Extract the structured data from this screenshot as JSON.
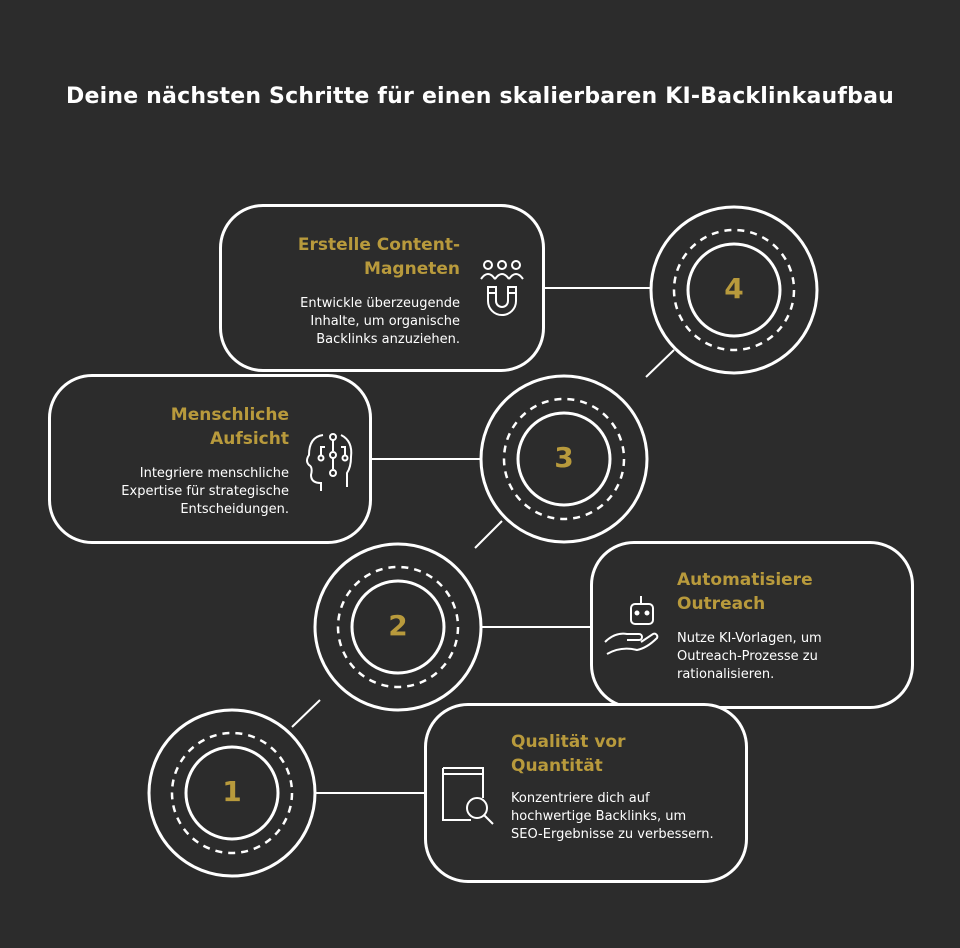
{
  "title": "Deine nächsten Schritte für einen skalierbaren KI-Backlinkaufbau",
  "colors": {
    "background": "#2c2c2c",
    "accent": "#b89a3c",
    "stroke": "#ffffff"
  },
  "steps": [
    {
      "number": "1",
      "heading": "Qualität vor Quantität",
      "description": "Konzentriere dich auf hochwertige Backlinks, um SEO-Ergebnisse zu verbessern.",
      "icon": "book-search-icon"
    },
    {
      "number": "2",
      "heading": "Automatisiere Outreach",
      "description": "Nutze KI-Vorlagen, um Outreach-Prozesse zu rationalisieren.",
      "icon": "robot-hand-icon"
    },
    {
      "number": "3",
      "heading": "Menschliche Aufsicht",
      "description": "Integriere menschliche Expertise für strategische Entscheidungen.",
      "icon": "human-head-circuit-icon"
    },
    {
      "number": "4",
      "heading": "Erstelle Content-Magneten",
      "description": "Entwickle überzeugende Inhalte, um organische Backlinks anzuziehen.",
      "icon": "people-magnet-icon"
    }
  ]
}
